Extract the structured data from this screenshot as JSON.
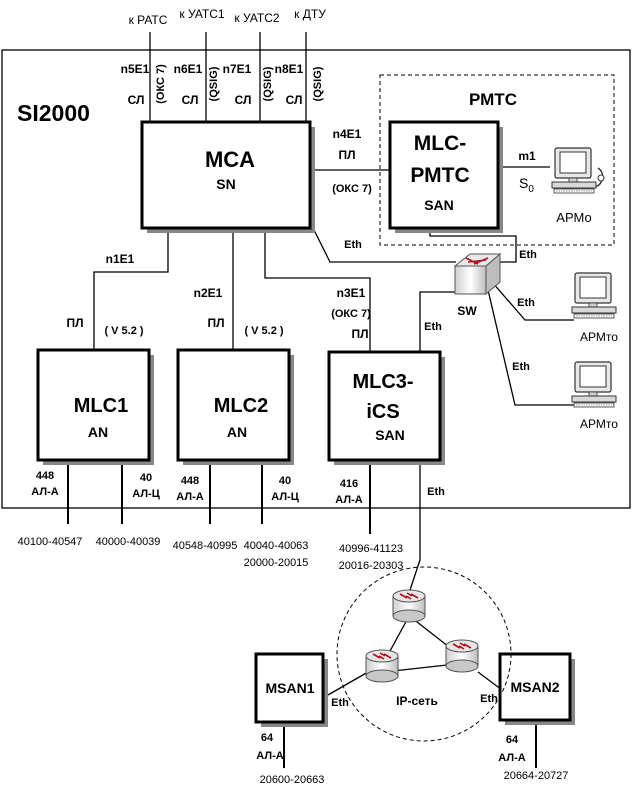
{
  "system": {
    "title": "SI2000"
  },
  "top_links": [
    {
      "dest": "к РАТС",
      "ch": "n5E1",
      "sig": "(ОКС 7)",
      "type": "СЛ"
    },
    {
      "dest": "к УАТС1",
      "ch": "n6E1",
      "sig": "(QSIG)",
      "type": "СЛ"
    },
    {
      "dest": "к УАТС2",
      "ch": "n7E1",
      "sig": "(QSIG)",
      "type": "СЛ"
    },
    {
      "dest": "к ДТУ",
      "ch": "n8E1",
      "sig": "(QSIG)",
      "type": "СЛ"
    }
  ],
  "rmts": {
    "frame_title": "РМТС",
    "block_name_line1": "MLC-",
    "block_name_line2": "РМТС",
    "block_type": "SAN",
    "m1_label": "m1",
    "s0_label": "S",
    "s0_sub": "0",
    "arm_label": "АРМо"
  },
  "mca": {
    "name": "MCA",
    "type": "SN",
    "n4_ch": "n4E1",
    "n4_type": "ПЛ",
    "n4_sig": "(ОКС 7)",
    "eth_label": "Eth"
  },
  "switch": {
    "label": "SW",
    "eth_top": "Eth",
    "eth_arm1": "Eth",
    "eth_arm2": "Eth",
    "eth_mlc3": "Eth"
  },
  "arm_terminals": [
    "АРМто",
    "АРМто"
  ],
  "mlc1": {
    "name": "MLC1",
    "type": "AN",
    "ch": "n1E1",
    "line": "ПЛ",
    "proto": "( V 5.2 )",
    "sub1_count": "448",
    "sub1_type": "АЛ-А",
    "sub2_count": "40",
    "sub2_type": "АЛ-Ц",
    "range1": "40100-40547",
    "range2": "40000-40039"
  },
  "mlc2": {
    "name": "MLC2",
    "type": "AN",
    "ch": "n2E1",
    "line": "ПЛ",
    "proto": "( V 5.2 )",
    "sub1_count": "448",
    "sub1_type": "АЛ-А",
    "sub2_count": "40",
    "sub2_type": "АЛ-Ц",
    "range1": "40548-40995",
    "range2_line1": "40040-40063",
    "range2_line2": "20000-20015"
  },
  "mlc3": {
    "name_line1": "MLC3-",
    "name_line2": "iCS",
    "type": "SAN",
    "ch": "n3E1",
    "sig": "(ОКС 7)",
    "line": "ПЛ",
    "sub_count": "416",
    "sub_type": "АЛ-А",
    "range_line1": "40996-41123",
    "range_line2": "20016-20303",
    "eth_label": "Eth"
  },
  "ip_network": {
    "label": "IP-сеть"
  },
  "msan1": {
    "name": "MSAN1",
    "eth": "Eth",
    "sub_count": "64",
    "sub_type": "АЛ-А",
    "range": "20600-20663"
  },
  "msan2": {
    "name": "MSAN2",
    "eth": "Eth",
    "sub_count": "64",
    "sub_type": "АЛ-А",
    "range": "20664-20727"
  }
}
